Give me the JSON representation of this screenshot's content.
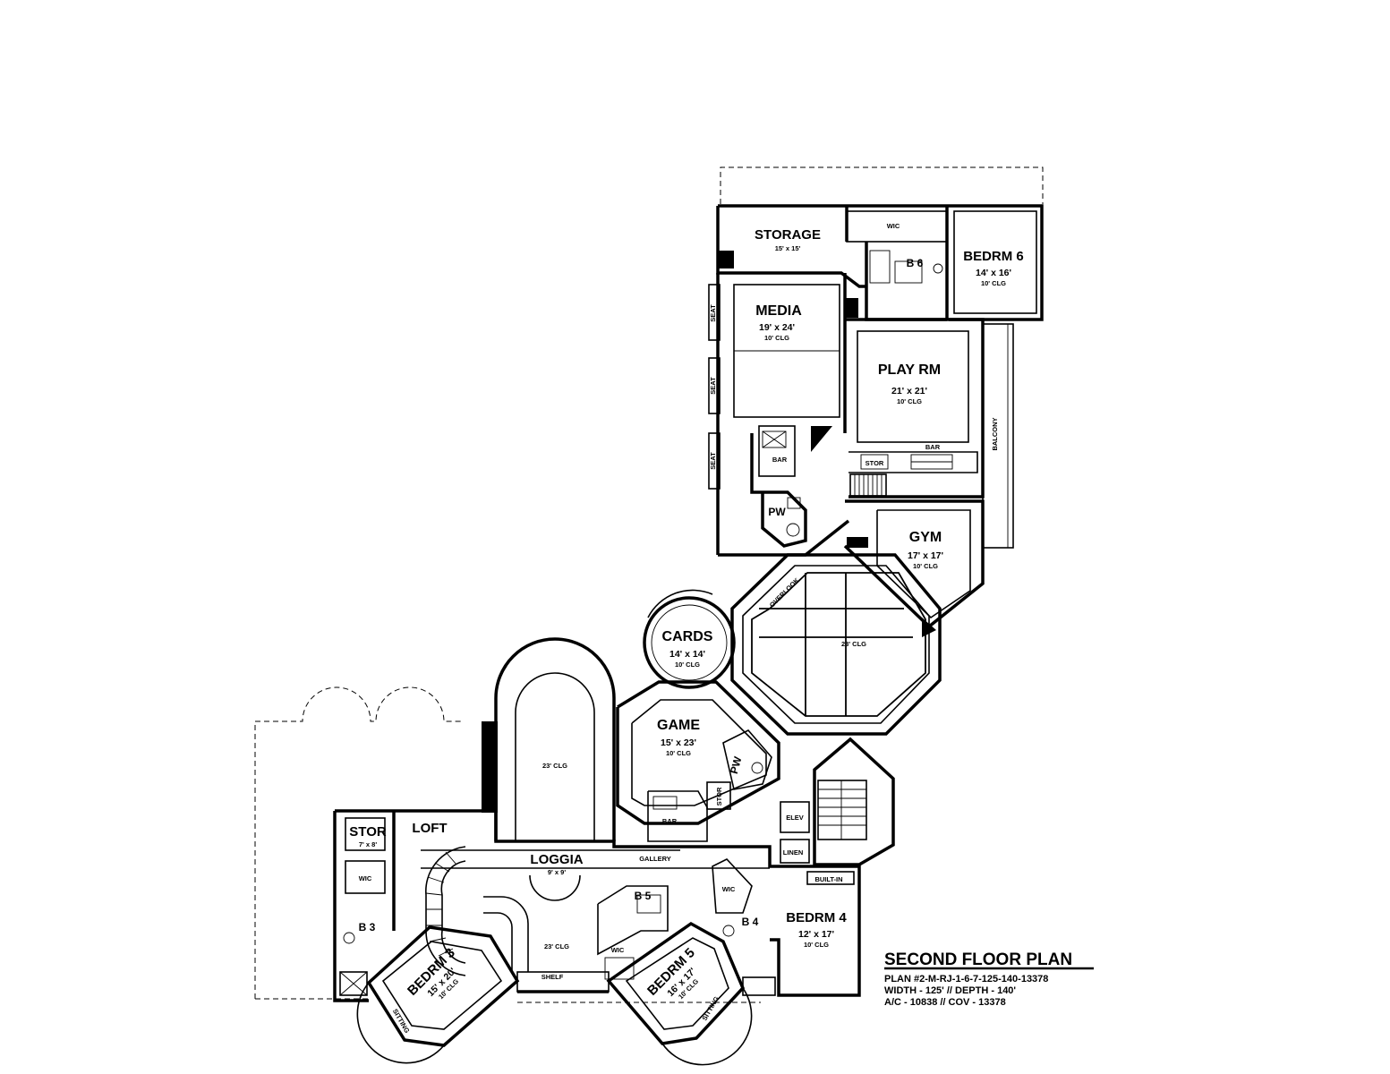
{
  "title_block": {
    "title": "SECOND FLOOR PLAN",
    "plan_no": "PLAN #2-M-RJ-1-6-7-125-140-13378",
    "dims": "WIDTH - 125' // DEPTH - 140'",
    "area": "A/C - 10838 // COV - 13378"
  },
  "rooms": {
    "storage": {
      "name": "STORAGE",
      "dim": "15' x 15'"
    },
    "wic_top": {
      "name": "WIC"
    },
    "b6": {
      "name": "B 6"
    },
    "bedrm6": {
      "name": "BEDRM 6",
      "dim": "14' x 16'",
      "clg": "10' CLG"
    },
    "media": {
      "name": "MEDIA",
      "dim": "19' x 24'",
      "clg": "10' CLG"
    },
    "play": {
      "name": "PLAY RM",
      "dim": "21' x 21'",
      "clg": "10' CLG"
    },
    "bar_top": {
      "name": "BAR"
    },
    "bar_play": {
      "name": "BAR"
    },
    "stor_play": {
      "name": "STOR"
    },
    "balcony": {
      "name": "BALCONY"
    },
    "pw_top": {
      "name": "PW"
    },
    "gym": {
      "name": "GYM",
      "dim": "17' x 17'",
      "clg": "10' CLG"
    },
    "overlook": {
      "name": "OVERLOOK",
      "clg": "23' CLG"
    },
    "cards": {
      "name": "CARDS",
      "dim": "14' x 14'",
      "clg": "10' CLG"
    },
    "game": {
      "name": "GAME",
      "dim": "15' x 23'",
      "clg": "10' CLG"
    },
    "pw_game": {
      "name": "PW"
    },
    "stor_game": {
      "name": "STOR"
    },
    "bar_game": {
      "name": "BAR"
    },
    "tower_clg": {
      "name": "23' CLG"
    },
    "elev": {
      "name": "ELEV"
    },
    "linen": {
      "name": "LINEN"
    },
    "built_in": {
      "name": "BUILT-IN"
    },
    "stor_left": {
      "name": "STOR",
      "dim": "7' x 8'"
    },
    "loft": {
      "name": "LOFT"
    },
    "wic_left": {
      "name": "WIC"
    },
    "b3": {
      "name": "B 3"
    },
    "loggia": {
      "name": "LOGGIA",
      "dim": "9' x 9'"
    },
    "gallery": {
      "name": "GALLERY"
    },
    "b5": {
      "name": "B 5"
    },
    "wic_b5": {
      "name": "WIC"
    },
    "wic_b4": {
      "name": "WIC"
    },
    "b4": {
      "name": "B 4"
    },
    "bedrm4": {
      "name": "BEDRM 4",
      "dim": "12' x 17'",
      "clg": "10' CLG"
    },
    "bedrm3": {
      "name": "BEDRM 3",
      "dim": "15' x 20'",
      "clg": "10' CLG"
    },
    "bedrm5": {
      "name": "BEDRM 5",
      "dim": "16' x 17'",
      "clg": "10' CLG"
    },
    "stair_clg": {
      "name": "23' CLG"
    },
    "shelf": {
      "name": "SHELF"
    },
    "sitting_left": {
      "name": "SITTING"
    },
    "sitting_right": {
      "name": "SITTING"
    },
    "seat1": {
      "name": "SEAT"
    },
    "seat2": {
      "name": "SEAT"
    },
    "seat3": {
      "name": "SEAT"
    }
  }
}
